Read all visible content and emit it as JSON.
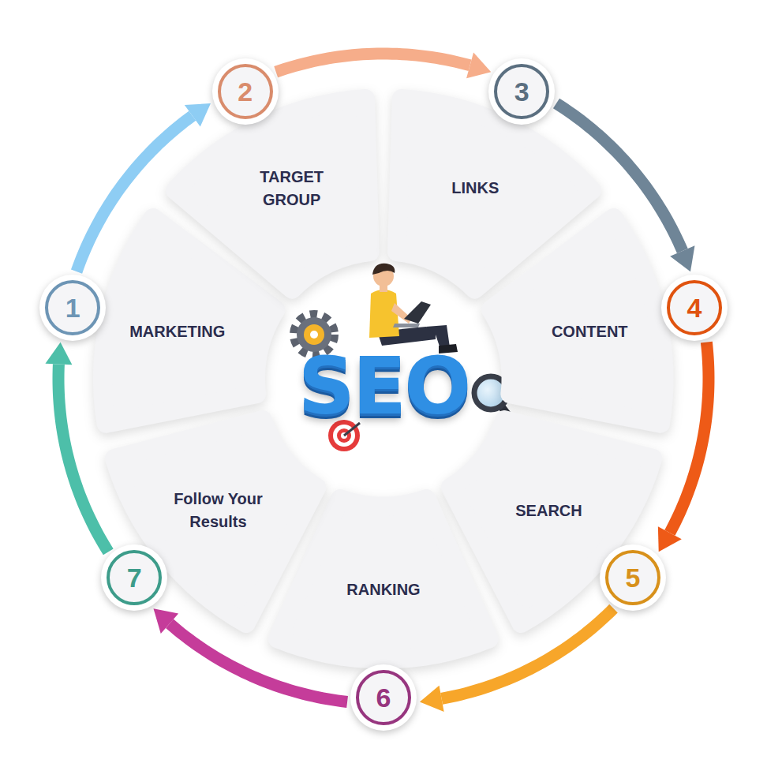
{
  "diagram": {
    "nodes": [
      {
        "text": [
          "1"
        ]
      },
      {
        "text": [
          "MARKETING"
        ]
      },
      {
        "text": [
          "2"
        ]
      },
      {
        "text": [
          "TARGET GROUP"
        ]
      },
      {
        "text": [
          "3"
        ]
      },
      {
        "text": [
          "LINKS"
        ]
      },
      {
        "text": [
          "4"
        ]
      },
      {
        "text": [
          "CONTENT"
        ]
      },
      {
        "text": [
          "5"
        ]
      },
      {
        "text": [
          "SEARCH"
        ]
      },
      {
        "text": [
          "6"
        ]
      },
      {
        "text": [
          "RANKING"
        ]
      },
      {
        "text": [
          "7"
        ]
      },
      {
        "text": [
          "Follow Your Results"
        ]
      }
    ],
    "edges": [
      {
        "from": 0,
        "to": 2,
        "arrow": "to"
      },
      {
        "from": 2,
        "to": 4,
        "arrow": "to"
      },
      {
        "from": 4,
        "to": 6,
        "arrow": "to"
      },
      {
        "from": 6,
        "to": 8,
        "arrow": "to"
      },
      {
        "from": 8,
        "to": 10,
        "arrow": "to"
      },
      {
        "from": 10,
        "to": 12,
        "arrow": "to"
      },
      {
        "from": 12,
        "to": 0,
        "arrow": "to"
      }
    ],
    "labels": [
      "SEO"
    ]
  }
}
